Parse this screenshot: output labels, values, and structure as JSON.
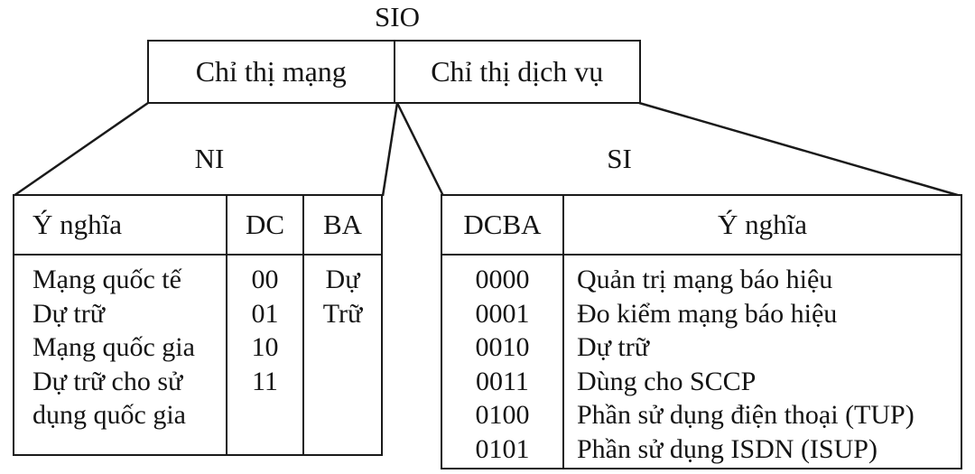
{
  "diagram": {
    "title": "SIO"
  },
  "top_box": {
    "left_cell": "Chỉ thị mạng",
    "right_cell": "Chỉ thị dịch vụ"
  },
  "labels": {
    "ni": "NI",
    "si": "SI"
  },
  "ni_table": {
    "headers": [
      "Ý nghĩa",
      "DC",
      "BA"
    ],
    "meaning_lines": [
      "Mạng quốc tế",
      "Dự trữ",
      "Mạng quốc gia",
      "Dự trữ cho sử",
      "dụng quốc gia"
    ],
    "dc_values": [
      "00",
      "01",
      "10",
      "11"
    ],
    "ba_lines": [
      "Dự",
      "Trữ"
    ]
  },
  "si_table": {
    "headers": [
      "DCBA",
      "Ý nghĩa"
    ],
    "codes": [
      "0000",
      "0001",
      "0010",
      "0011",
      "0100",
      "0101"
    ],
    "meanings": [
      "Quản trị mạng báo hiệu",
      "Đo kiểm mạng báo hiệu",
      "Dự trữ",
      "Dùng cho SCCP",
      "Phần sử dụng điện thoại (TUP)",
      "Phần sử dụng ISDN (ISUP)"
    ]
  },
  "colors": {
    "line": "#1a1a1a",
    "text": "#141414",
    "background": "#ffffff"
  }
}
